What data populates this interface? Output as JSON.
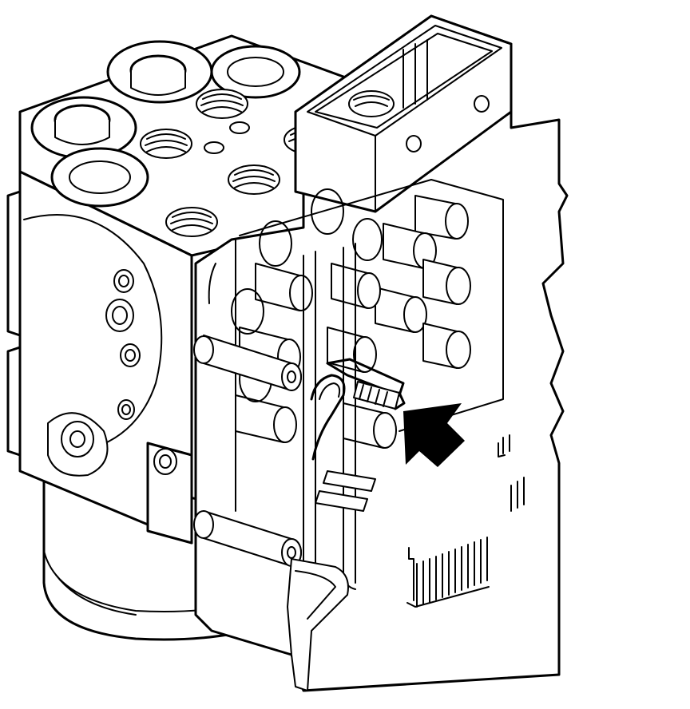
{
  "figure": {
    "subject": "abs-hydraulic-modulator-with-control-module",
    "colors": {
      "line": "#000000",
      "background": "#ffffff"
    },
    "callout": {
      "type": "arrow",
      "fill": "#000000",
      "points_to": "connector-terminal"
    }
  }
}
